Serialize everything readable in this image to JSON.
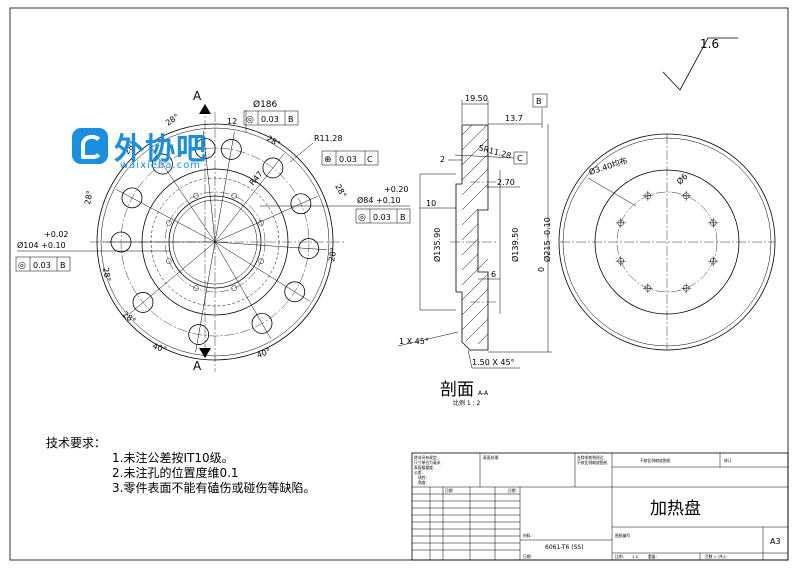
{
  "watermark": {
    "cn": "外协吧",
    "en": "waixieba.com",
    "color": "#1a8fe0"
  },
  "roughness": "1.6",
  "front_view": {
    "section_letter": "A",
    "dia_outer_bolt": "Ø186",
    "offset_12": "12",
    "radius_r47": "R47",
    "radius_r11": "R11.28",
    "angles": [
      "28°",
      "28°",
      "28°",
      "28°",
      "28°",
      "28°",
      "28°",
      "28°",
      "40°",
      "40°"
    ],
    "dia_104_tol_up": "+0.02",
    "dia_104": "Ø104 +0.10",
    "dia_84_tol_up": "+0.20",
    "dia_84": "Ø84 +0.10",
    "fcf_top": {
      "sym": "◎",
      "val": "0.03",
      "ref": "B"
    },
    "fcf_pos": {
      "sym": "⊕",
      "val": "0.03",
      "ref": "C"
    },
    "fcf_84": {
      "sym": "◎",
      "val": "0.03",
      "ref": "B"
    },
    "fcf_104": {
      "sym": "◎",
      "val": "0.03",
      "ref": "B"
    }
  },
  "section_view": {
    "dim_1950": "19.50",
    "dim_137": "13.7",
    "datum_b": "B",
    "datum_c": "C",
    "sr": "SR11.28",
    "dim_2": "2",
    "dim_270": "2.70",
    "dim_10": "10",
    "dim_6": "6",
    "dia_13590": "Ø135.90",
    "dia_13950": "Ø139.50",
    "dia_215_up": "0",
    "dia_215": "Ø215 -0.10",
    "chamfer_1": "1 X 45°",
    "chamfer_2": "1.50 X 45°",
    "title": "剖面",
    "title_suffix": "A-A",
    "scale": "比例 1 : 2"
  },
  "side_view": {
    "holes": "Ø3.40均布",
    "dia_6": "Ø6"
  },
  "notes": {
    "heading": "技术要求：",
    "items": [
      "1.未注公差按IT10级。",
      "2.未注孔的位置度维0.1",
      "3.零件表面不能有磕伤或碰伤等缺陷。"
    ]
  },
  "title_block": {
    "part_name": "加热盘",
    "material": "6061-T6 (SS)",
    "sheet_size": "A3",
    "small_labels": [
      "除非另有规定:",
      "尺寸单位为毫米",
      "表面粗糙度:",
      "公差:",
      "线性:",
      "角度:",
      "表面处理:",
      "去除毛刺和锐边",
      "不按比例缩放图纸",
      "修订",
      "图纸编号",
      "比例:",
      "重量:",
      "页数 1 (共1)",
      "材料:",
      "1:2",
      "日期"
    ]
  }
}
